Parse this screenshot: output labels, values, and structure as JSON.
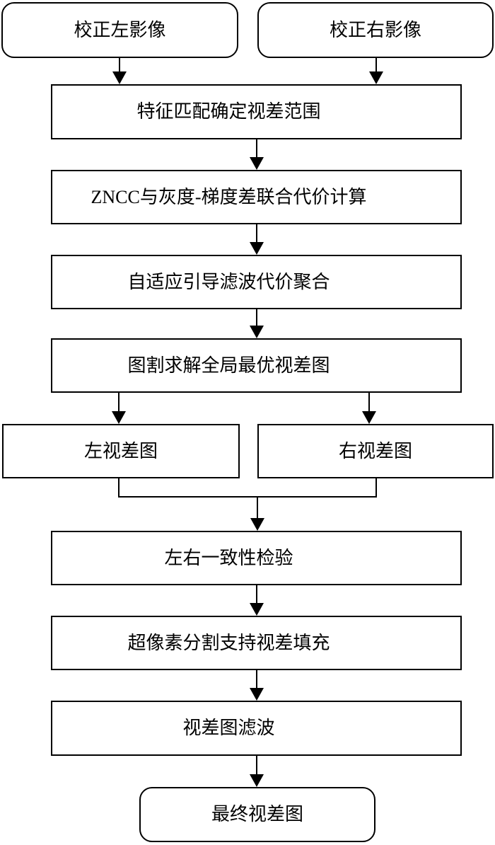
{
  "figure": {
    "type": "flowchart",
    "background_color": "#ffffff",
    "line_color": "#000000",
    "text_color": "#000000",
    "nodes": {
      "rectify_left": {
        "label": "校正左影像",
        "shape": "rounded"
      },
      "rectify_right": {
        "label": "校正右影像",
        "shape": "rounded"
      },
      "feature_match": {
        "label": "特征匹配确定视差范围",
        "shape": "rect"
      },
      "cost_compute": {
        "label": "ZNCC与灰度-梯度差联合代价计算",
        "shape": "rect"
      },
      "cost_aggregate": {
        "label": "自适应引导滤波代价聚合",
        "shape": "rect"
      },
      "graph_cut": {
        "label": "图割求解全局最优视差图",
        "shape": "rect"
      },
      "left_disparity": {
        "label": "左视差图",
        "shape": "rect"
      },
      "right_disparity": {
        "label": "右视差图",
        "shape": "rect"
      },
      "consistency_check": {
        "label": "左右一致性检验",
        "shape": "rect"
      },
      "superpixel_fill": {
        "label": "超像素分割支持视差填充",
        "shape": "rect"
      },
      "disparity_filter": {
        "label": "视差图滤波",
        "shape": "rect"
      },
      "final_disparity": {
        "label": "最终视差图",
        "shape": "rounded"
      }
    },
    "edges": [
      "rectify_left -> feature_match",
      "rectify_right -> feature_match",
      "feature_match -> cost_compute",
      "cost_compute -> cost_aggregate",
      "cost_aggregate -> graph_cut",
      "graph_cut -> left_disparity",
      "graph_cut -> right_disparity",
      "left_disparity -> consistency_check",
      "right_disparity -> consistency_check",
      "consistency_check -> superpixel_fill",
      "superpixel_fill -> disparity_filter",
      "disparity_filter -> final_disparity"
    ]
  }
}
